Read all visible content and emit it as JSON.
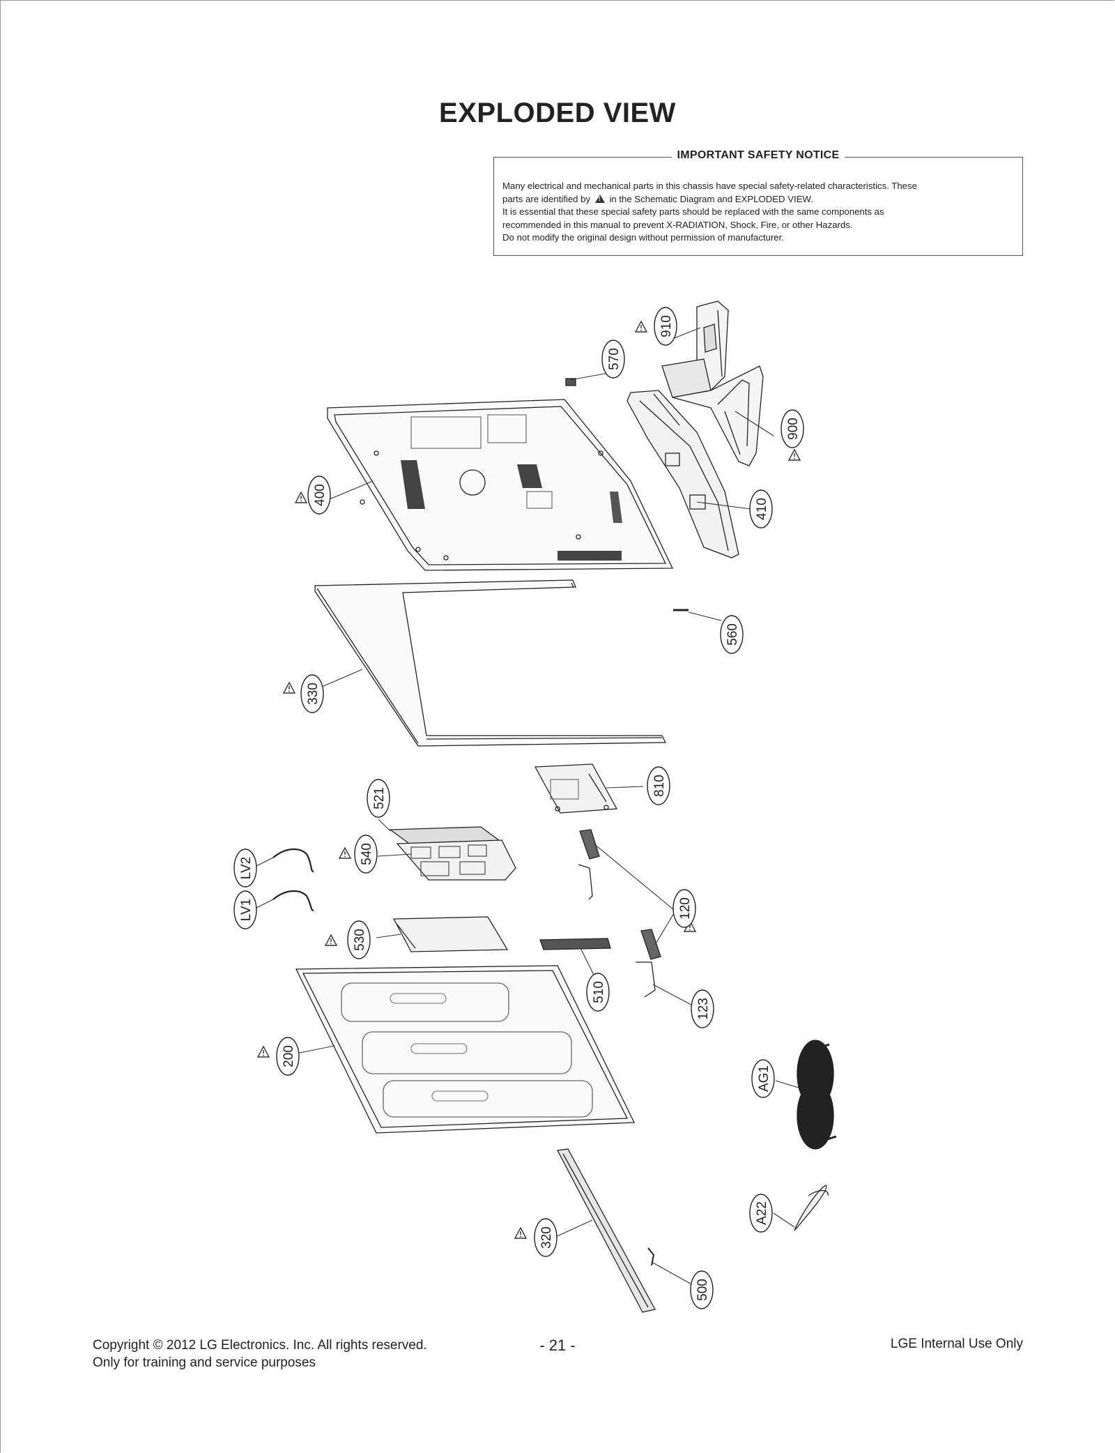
{
  "page": {
    "title": "EXPLODED VIEW"
  },
  "notice": {
    "heading": "IMPORTANT SAFETY NOTICE",
    "line1": "Many electrical and mechanical parts in this chassis have special safety-related characteristics. These",
    "line2_before": "parts are identified by",
    "line2_after": "in the Schematic Diagram and EXPLODED VIEW.",
    "line3": "It is essential that these special safety parts should be replaced with the same components as",
    "line4": "recommended in this manual to prevent X-RADIATION, Shock, Fire, or other Hazards.",
    "line5": "Do not modify the original design without permission of manufacturer."
  },
  "parts": {
    "p910": "910",
    "p570": "570",
    "p900": "900",
    "p400": "400",
    "p410": "410",
    "p560": "560",
    "p330": "330",
    "p521": "521",
    "p810": "810",
    "p540": "540",
    "pLV2": "LV2",
    "pLV1": "LV1",
    "p120": "120",
    "p530": "530",
    "p510": "510",
    "p123": "123",
    "p200": "200",
    "pAG1": "AG1",
    "pA22": "A22",
    "p320": "320",
    "p500": "500"
  },
  "footer": {
    "copyright": "Copyright © 2012 LG Electronics. Inc. All rights reserved.",
    "training": "Only for training and service purposes",
    "page_number": "- 21 -",
    "internal": "LGE Internal Use Only"
  }
}
